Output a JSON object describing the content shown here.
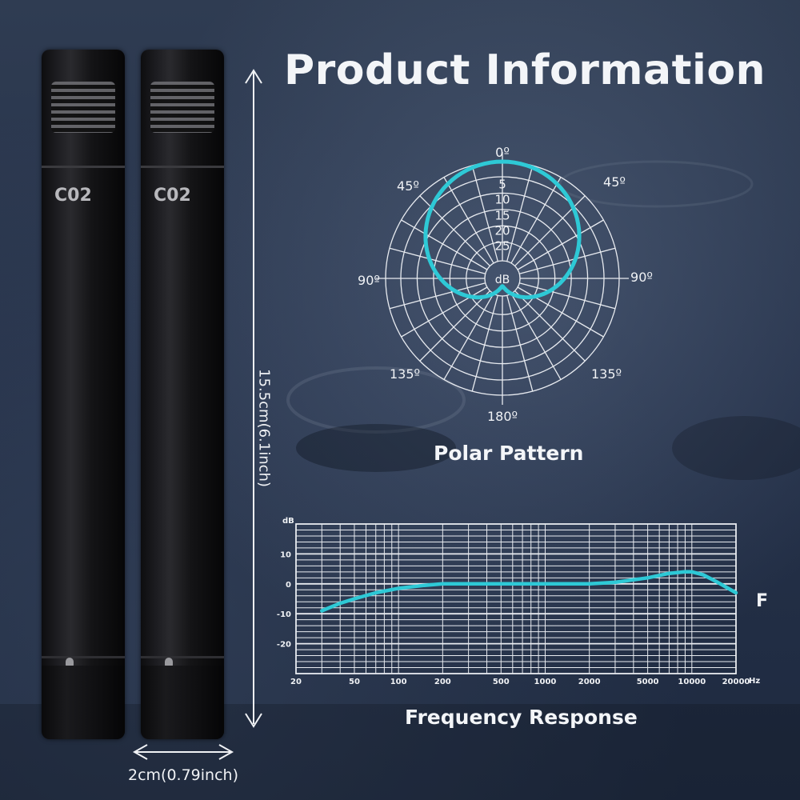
{
  "title": "Product Information",
  "microphones": [
    {
      "model": "C02"
    },
    {
      "model": "C02"
    }
  ],
  "dimensions": {
    "length": "15.5cm(6.1inch)",
    "diameter": "2cm(0.79inch)"
  },
  "polar_pattern": {
    "caption": "Polar Pattern",
    "angle_labels": {
      "top": "0º",
      "upper_left": "45º",
      "upper_right": "45º",
      "left": "90º",
      "right": "90º",
      "lower_left": "135º",
      "lower_right": "135º",
      "bottom": "180º"
    },
    "db_labels": [
      "5",
      "10",
      "15",
      "20",
      "25"
    ],
    "center_label": "dB",
    "curve_color": "#2ec9d6",
    "pattern": "cardioid"
  },
  "frequency_response": {
    "caption": "Frequency Response",
    "truncated_label": "F",
    "line_color": "#2ec9d6"
  },
  "chart_data": {
    "type": "line",
    "title": "",
    "xlabel": "Hz",
    "ylabel": "dB",
    "x_scale": "log",
    "xlim": [
      20,
      20000
    ],
    "ylim": [
      -30,
      20
    ],
    "x_ticks": [
      20,
      50,
      100,
      200,
      500,
      1000,
      2000,
      5000,
      10000,
      20000
    ],
    "x_tick_labels": [
      "20",
      "50",
      "100",
      "200",
      "500",
      "1000",
      "2000",
      "5000",
      "10000",
      "20000"
    ],
    "y_ticks": [
      10,
      0,
      -10,
      -20
    ],
    "y_tick_labels": [
      "10",
      "0",
      "-10",
      "-20"
    ],
    "grid": true,
    "series": [
      {
        "x": [
          30,
          40,
          50,
          70,
          100,
          150,
          200,
          300,
          500,
          1000,
          2000,
          3000,
          5000,
          7000,
          9000,
          10000,
          12000,
          15000,
          20000
        ],
        "values": [
          -9,
          -6.5,
          -5,
          -3,
          -1.5,
          -0.5,
          0,
          0,
          0,
          0,
          0,
          0.5,
          2,
          3.5,
          4,
          4,
          3,
          0.5,
          -3
        ]
      }
    ]
  }
}
